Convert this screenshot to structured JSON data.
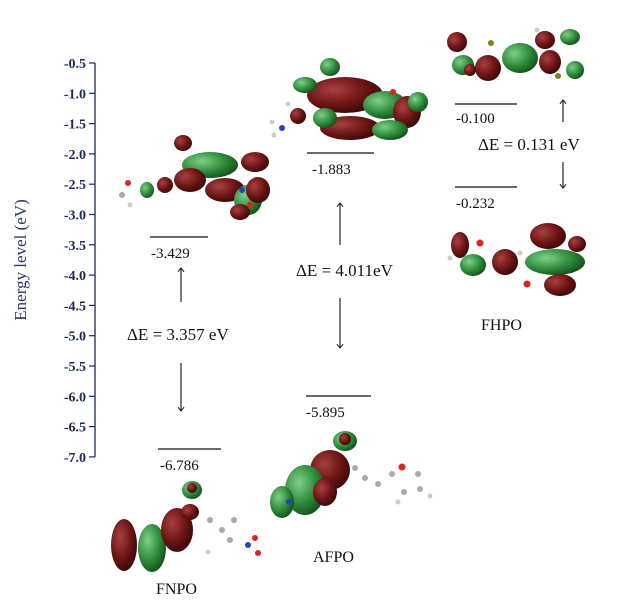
{
  "axis": {
    "label": "Energy level (eV)",
    "ticks": [
      "-0.5",
      "-1.0",
      "-1.5",
      "-2.0",
      "-2.5",
      "-3.0",
      "-3.5",
      "-4.0",
      "-4.5",
      "-5.0",
      "-5.5",
      "-6.0",
      "-6.5",
      "-7.0"
    ]
  },
  "molecules": {
    "fnpo": {
      "name": "FNPO",
      "lumo": "-3.429",
      "homo": "-6.786",
      "gap": "ΔE = 3.357 eV"
    },
    "afpo": {
      "name": "AFPO",
      "lumo": "-1.883",
      "homo": "-5.895",
      "gap": "ΔE = 4.011eV"
    },
    "fhpo": {
      "name": "FHPO",
      "lumo": "-0.100",
      "homo": "-0.232",
      "gap": "ΔE = 0.131 eV"
    }
  },
  "colors": {
    "orbital_positive": "#6b1414",
    "orbital_negative": "#2e8b3a",
    "axis": "#1b2a55",
    "text": "#111111"
  },
  "icons": {
    "arrow": "arrow-icon",
    "orbital": "molecular-orbital-icon"
  }
}
